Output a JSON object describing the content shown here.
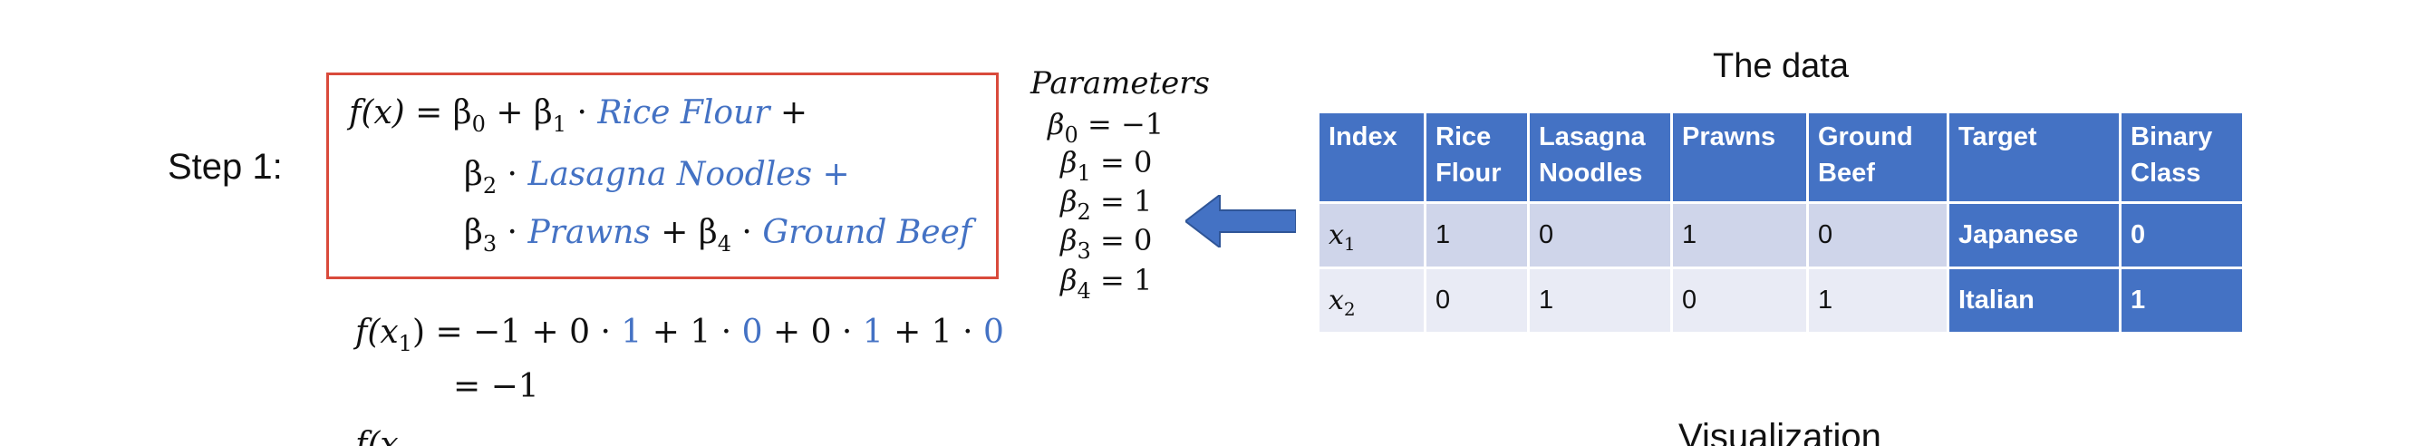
{
  "step_label": "Step 1:",
  "formula": {
    "fx": "f(x)",
    "eq": " = β",
    "b0": "0",
    "plus": " + β",
    "b1": "1",
    "dot": " · ",
    "term_rice": "Rice Flour",
    "trail_plus": " +",
    "b2": "2",
    "term_lasagna": "Lasagna Noodles +",
    "b3": "3",
    "term_prawns": "Prawns",
    "b4": "4",
    "term_beef": "Ground Beef"
  },
  "parameters": {
    "title": "Parameters",
    "items": [
      {
        "sym": "β",
        "sub": "0",
        "val": " = −1"
      },
      {
        "sym": "β",
        "sub": "1",
        "val": " = 0"
      },
      {
        "sym": "β",
        "sub": "2",
        "val": " = 1"
      },
      {
        "sym": "β",
        "sub": "3",
        "val": " = 0"
      },
      {
        "sym": "β",
        "sub": "4",
        "val": " = 1"
      }
    ]
  },
  "data": {
    "title": "The data",
    "headers": [
      "Index",
      "Rice Flour",
      "Lasagna Noodles",
      "Prawns",
      "Ground Beef",
      "Target",
      "Binary Class"
    ],
    "rows": [
      {
        "index_sym": "x",
        "index_sub": "1",
        "cells": [
          "1",
          "0",
          "1",
          "0",
          "Japanese",
          "0"
        ]
      },
      {
        "index_sym": "x",
        "index_sub": "2",
        "cells": [
          "0",
          "1",
          "0",
          "1",
          "Italian",
          "1"
        ]
      }
    ]
  },
  "evaluation": {
    "line1_prefix": "f(x",
    "line1_sub": "1",
    "line1_mid": ") = −1 + 0 · ",
    "v1": "1",
    "line1_a": " + 1 · ",
    "v2": "0",
    "line1_b": " + 0 · ",
    "v3": "1",
    "line1_c": " + 1 · ",
    "v4": "0",
    "line2": "= −1",
    "partial_line": "f(x"
  },
  "visualization_title": "Visualization",
  "colors": {
    "accent_blue": "#4472c4",
    "box_red": "#d94a3b",
    "row1": "#cfd5ea",
    "row2": "#e9ebf5"
  }
}
